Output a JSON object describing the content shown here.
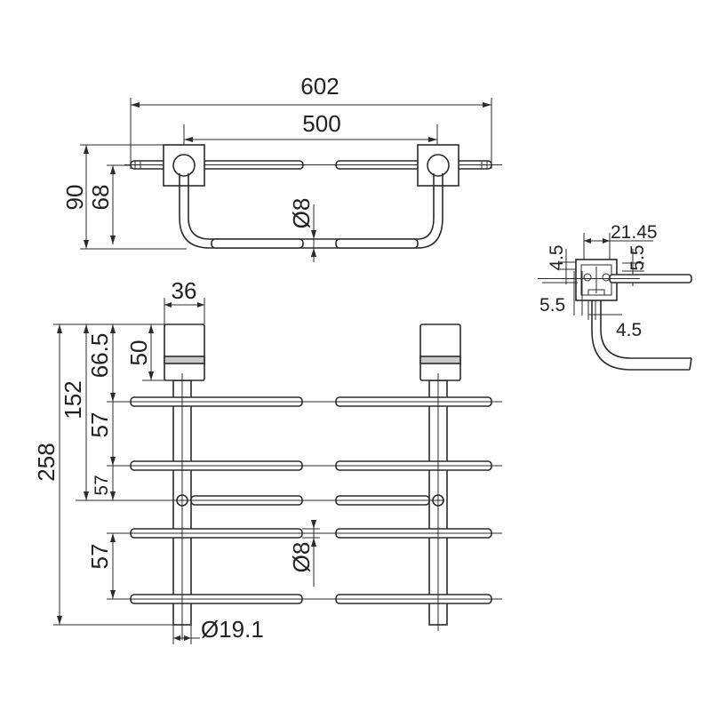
{
  "dimensions": {
    "top_overall_width": "602",
    "top_inner_width": "500",
    "top_depth": "90",
    "top_rail_depth": "68",
    "top_rod_diameter": "Ø8",
    "front_block_width": "36",
    "front_block_height": "50",
    "front_to_first_rail": "66.5",
    "front_to_middle": "152",
    "front_overall_height": "258",
    "front_spacing_1": "57",
    "front_spacing_2": "57",
    "front_spacing_3": "57",
    "front_rod_diameter": "Ø8",
    "front_post_diameter": "Ø19.1",
    "side_width": "21.45",
    "side_top_offset": "4.5",
    "side_right_offset": "5.5",
    "side_left_offset": "5.5",
    "side_bottom_offset": "4.5"
  }
}
